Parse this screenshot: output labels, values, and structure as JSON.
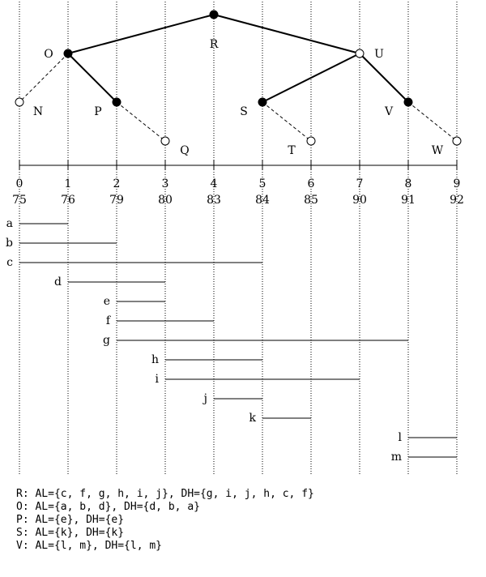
{
  "ticks": [
    {
      "index": "0",
      "value": "75"
    },
    {
      "index": "1",
      "value": "76"
    },
    {
      "index": "2",
      "value": "79"
    },
    {
      "index": "3",
      "value": "80"
    },
    {
      "index": "4",
      "value": "83"
    },
    {
      "index": "5",
      "value": "84"
    },
    {
      "index": "6",
      "value": "85"
    },
    {
      "index": "7",
      "value": "90"
    },
    {
      "index": "8",
      "value": "91"
    },
    {
      "index": "9",
      "value": "92"
    }
  ],
  "tree_nodes": [
    {
      "id": "R",
      "label": "R",
      "filled": true,
      "tick": 4
    },
    {
      "id": "O",
      "label": "O",
      "filled": true,
      "tick": 1
    },
    {
      "id": "U",
      "label": "U",
      "filled": false,
      "tick": 7
    },
    {
      "id": "N",
      "label": "N",
      "filled": false,
      "tick": 0
    },
    {
      "id": "P",
      "label": "P",
      "filled": true,
      "tick": 2
    },
    {
      "id": "Q",
      "label": "Q",
      "filled": false,
      "tick": 3
    },
    {
      "id": "S",
      "label": "S",
      "filled": true,
      "tick": 5
    },
    {
      "id": "T",
      "label": "T",
      "filled": false,
      "tick": 6
    },
    {
      "id": "V",
      "label": "V",
      "filled": true,
      "tick": 8
    },
    {
      "id": "W",
      "label": "W",
      "filled": false,
      "tick": 9
    }
  ],
  "tree_edges": [
    {
      "from": "R",
      "to": "O",
      "dashed": false
    },
    {
      "from": "R",
      "to": "U",
      "dashed": false
    },
    {
      "from": "O",
      "to": "N",
      "dashed": true
    },
    {
      "from": "O",
      "to": "P",
      "dashed": false
    },
    {
      "from": "P",
      "to": "Q",
      "dashed": true
    },
    {
      "from": "U",
      "to": "S",
      "dashed": false
    },
    {
      "from": "U",
      "to": "V",
      "dashed": false
    },
    {
      "from": "S",
      "to": "T",
      "dashed": true
    },
    {
      "from": "V",
      "to": "W",
      "dashed": true
    }
  ],
  "intervals": [
    {
      "label": "a",
      "start": 0,
      "end": 1
    },
    {
      "label": "b",
      "start": 0,
      "end": 2
    },
    {
      "label": "c",
      "start": 0,
      "end": 5
    },
    {
      "label": "d",
      "start": 1,
      "end": 3
    },
    {
      "label": "e",
      "start": 2,
      "end": 3
    },
    {
      "label": "f",
      "start": 2,
      "end": 4
    },
    {
      "label": "g",
      "start": 2,
      "end": 8
    },
    {
      "label": "h",
      "start": 3,
      "end": 5
    },
    {
      "label": "i",
      "start": 3,
      "end": 7
    },
    {
      "label": "j",
      "start": 4,
      "end": 5
    },
    {
      "label": "k",
      "start": 5,
      "end": 6
    },
    {
      "label": "l",
      "start": 8,
      "end": 9
    },
    {
      "label": "m",
      "start": 8,
      "end": 9
    }
  ],
  "node_lists": [
    {
      "text": "R: AL={c, f, g, h, i, j}, DH={g, i, j, h, c, f}"
    },
    {
      "text": "O: AL={a, b, d}, DH={d, b, a}"
    },
    {
      "text": "P: AL={e}, DH={e}"
    },
    {
      "text": "S: AL={k}, DH={k}"
    },
    {
      "text": "V: AL={l, m}, DH={l, m}"
    }
  ]
}
